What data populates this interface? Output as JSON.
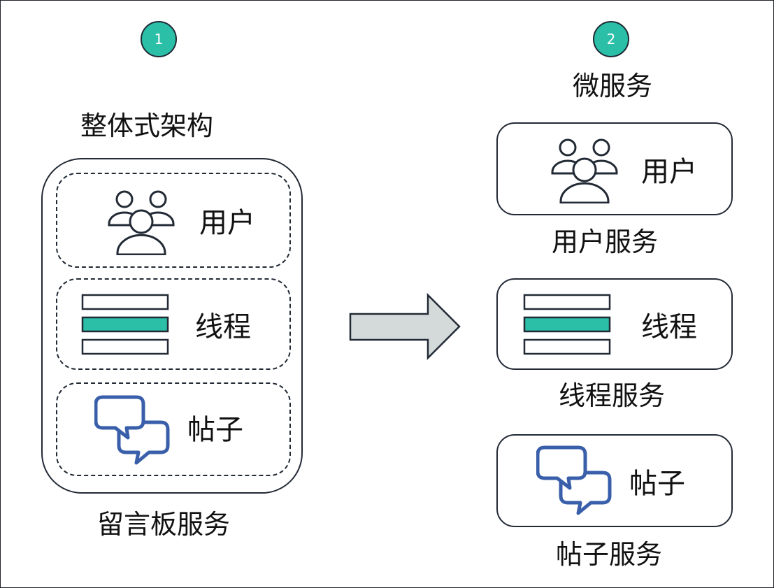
{
  "steps": {
    "step1": "1",
    "step2": "2"
  },
  "monolith": {
    "title": "整体式架构",
    "caption": "留言板服务",
    "modules": {
      "users": "用户",
      "threads": "线程",
      "posts": "帖子"
    }
  },
  "microservices": {
    "title": "微服务",
    "services": [
      {
        "label": "用户",
        "caption": "用户服务",
        "icon": "users-icon"
      },
      {
        "label": "线程",
        "caption": "线程服务",
        "icon": "threads-icon"
      },
      {
        "label": "帖子",
        "caption": "帖子服务",
        "icon": "chat-icon"
      }
    ]
  },
  "colors": {
    "accent": "#2bbfa8",
    "outline": "#222a35",
    "chat": "#3a5faa",
    "arrow": "#d4d9da"
  }
}
